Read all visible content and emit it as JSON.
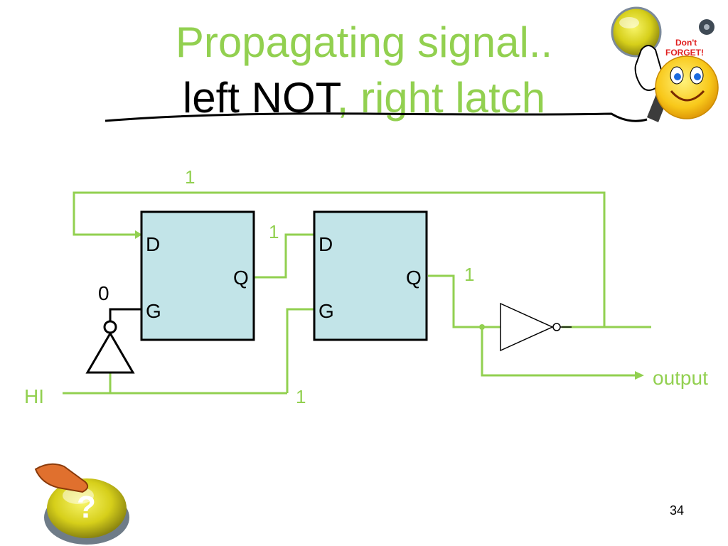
{
  "slide": {
    "title_line1": "Propagating signal..",
    "title_line2_black": "left NOT",
    "title_line2_comma": ",",
    "title_line2_green": " right latch",
    "page_number": "34"
  },
  "diagram": {
    "latch_left": {
      "d_label": "D",
      "q_label": "Q",
      "g_label": "G"
    },
    "latch_right": {
      "d_label": "D",
      "q_label": "Q",
      "g_label": "G"
    },
    "values": {
      "feedback": "1",
      "left_g_input": "0",
      "mid_wire": "1",
      "right_q": "1",
      "hi_to_right_g": "1"
    },
    "input_label": "HI",
    "output_label": "output",
    "sticker_text": "Don't FORGET!"
  },
  "colors": {
    "wire": "#92d050",
    "latch_fill": "#c2e4e8",
    "title_green": "#92d050",
    "black": "#000000"
  }
}
